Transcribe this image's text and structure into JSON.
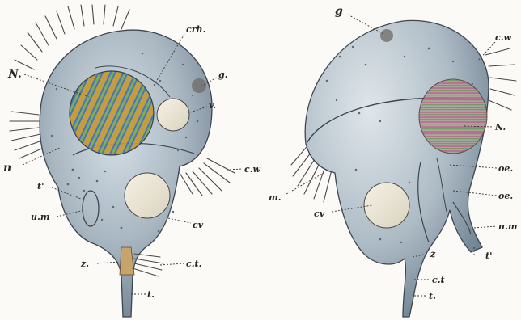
{
  "figures": [
    {
      "id": "left",
      "labels": [
        "N.",
        "crh.",
        "g.",
        "v.",
        "n",
        "t'",
        "c.w",
        "u.m",
        "cv",
        "z.",
        "c.t.",
        "t."
      ]
    },
    {
      "id": "right",
      "labels": [
        "g",
        "c.w",
        "N.",
        "oe.",
        "oe.",
        "m.",
        "cv",
        "u.m",
        "z",
        "t'",
        "c.t",
        "t."
      ]
    }
  ],
  "colors": {
    "body_fill": "#a9b7c2",
    "nucleus_a": "#c59a3b",
    "nucleus_b": "#3c74b5",
    "vacuole": "#f3eedf",
    "ink": "#2a2522"
  }
}
